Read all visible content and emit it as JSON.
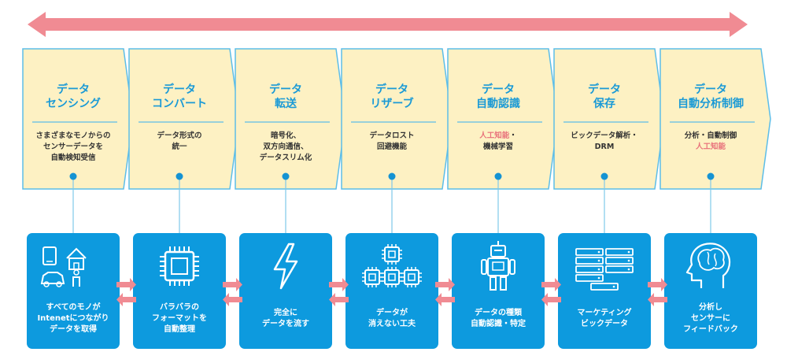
{
  "colors": {
    "stage_fill": "#fdf1c3",
    "stage_border": "#5cbde8",
    "title_blue": "#1a9ad6",
    "box_blue": "#0d9ade",
    "arrow_pink": "#f08b93",
    "highlight_pink": "#e8707a",
    "connector": "#7fc9ea"
  },
  "stages": [
    {
      "title": [
        "データ",
        "センシング"
      ],
      "desc": [
        [
          "さまざまなモノからの"
        ],
        [
          "センサーデータを"
        ],
        [
          "自動検知受信"
        ]
      ],
      "box": {
        "icon": "devices-icon",
        "label": [
          "すべてのモノが",
          "Intenetにつながり",
          "データを取得"
        ]
      }
    },
    {
      "title": [
        "データ",
        "コンバート"
      ],
      "desc": [
        [
          "データ形式の"
        ],
        [
          "統一"
        ]
      ],
      "box": {
        "icon": "chip-icon",
        "label": [
          "バラバラの",
          "フォーマットを",
          "自動整理"
        ]
      }
    },
    {
      "title": [
        "データ",
        "転送"
      ],
      "desc": [
        [
          "暗号化、"
        ],
        [
          "双方向通信、"
        ],
        [
          "データスリム化"
        ]
      ],
      "box": {
        "icon": "lightning-icon",
        "label": [
          "完全に",
          "データを流す"
        ]
      }
    },
    {
      "title": [
        "データ",
        "リザーブ"
      ],
      "desc": [
        [
          "データロスト"
        ],
        [
          "回避機能"
        ]
      ],
      "box": {
        "icon": "chips-cluster-icon",
        "label": [
          "データが",
          "消えない工夫"
        ]
      }
    },
    {
      "title": [
        "データ",
        "自動認識"
      ],
      "desc": [
        [
          "人工知能",
          "・"
        ],
        [
          "機械学習"
        ]
      ],
      "box": {
        "icon": "robot-icon",
        "label": [
          "データの種類",
          "自動認識・特定"
        ]
      }
    },
    {
      "title": [
        "データ",
        "保存"
      ],
      "desc": [
        [
          "ビックデータ解析・"
        ],
        [
          "DRM"
        ]
      ],
      "box": {
        "icon": "server-stack-icon",
        "label": [
          "マーケティング",
          "ビックデータ"
        ]
      }
    },
    {
      "title": [
        "データ",
        "自動分析制御"
      ],
      "desc": [
        [
          "分析・自動制御"
        ],
        [
          "人工知能"
        ]
      ],
      "box": {
        "icon": "brain-head-icon",
        "label": [
          "分析し",
          "センサーに",
          "フィードバック"
        ]
      }
    }
  ]
}
